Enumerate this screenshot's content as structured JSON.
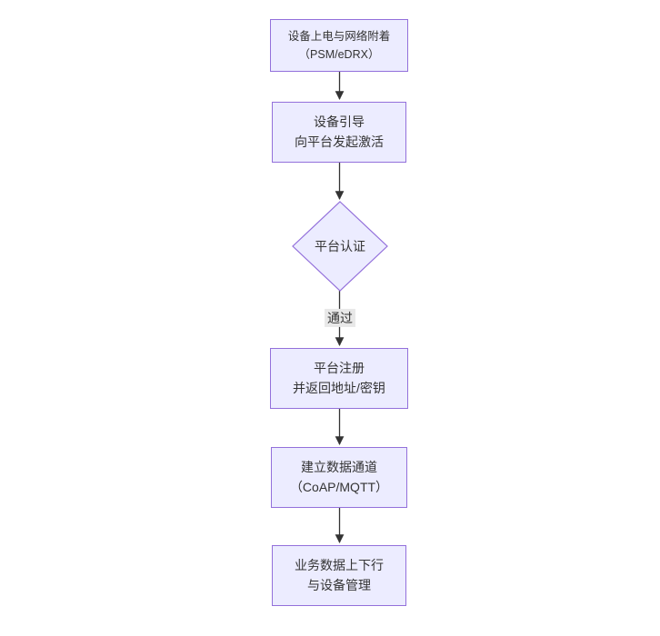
{
  "diagram": {
    "type": "flowchart",
    "direction": "top-down",
    "colors": {
      "node_fill": "#ECECFF",
      "node_border": "#9370DB",
      "line": "#333333",
      "edge_label_bg": "#e8e8e8",
      "text": "#333333",
      "background": "#ffffff"
    },
    "nodes": [
      {
        "id": "power-attach",
        "shape": "rect",
        "line1": "设备上电与网络附着",
        "line2": "（PSM/eDRX）"
      },
      {
        "id": "bootstrap",
        "shape": "rect",
        "line1": "设备引导",
        "line2": "向平台发起激活"
      },
      {
        "id": "platform-auth",
        "shape": "diamond",
        "line1": "平台认证"
      },
      {
        "id": "platform-register",
        "shape": "rect",
        "line1": "平台注册",
        "line2": "并返回地址/密钥"
      },
      {
        "id": "data-channel",
        "shape": "rect",
        "line1": "建立数据通道",
        "line2": "（CoAP/MQTT）"
      },
      {
        "id": "business-data",
        "shape": "rect",
        "line1": "业务数据上下行",
        "line2": "与设备管理"
      }
    ],
    "edges": [
      {
        "from": "power-attach",
        "to": "bootstrap",
        "label": ""
      },
      {
        "from": "bootstrap",
        "to": "platform-auth",
        "label": ""
      },
      {
        "from": "platform-auth",
        "to": "platform-register",
        "label": "通过"
      },
      {
        "from": "platform-register",
        "to": "data-channel",
        "label": ""
      },
      {
        "from": "data-channel",
        "to": "business-data",
        "label": ""
      }
    ]
  }
}
